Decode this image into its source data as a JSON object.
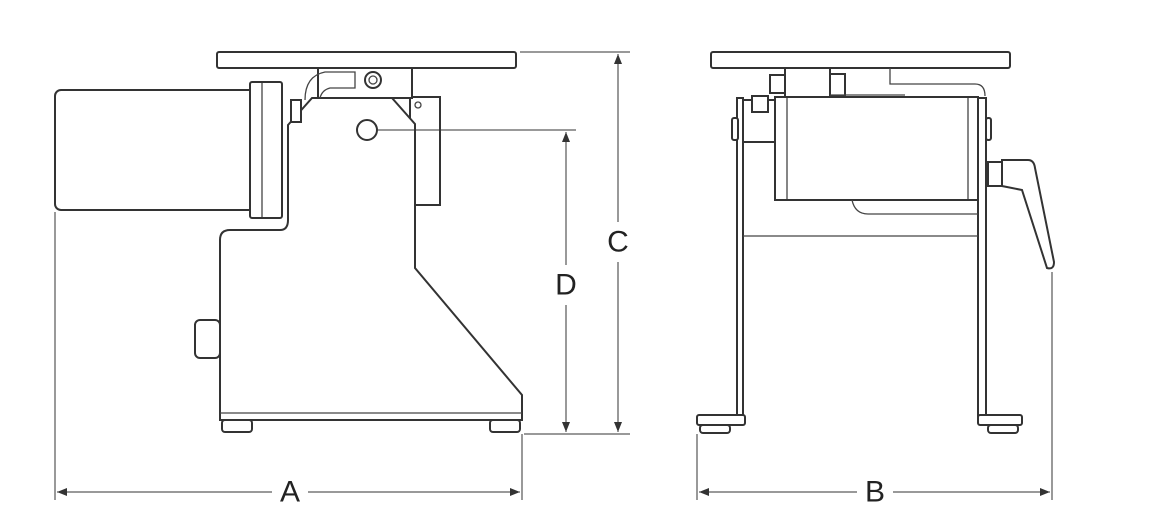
{
  "dimensions": {
    "A": "A",
    "B": "B",
    "C": "C",
    "D": "D"
  },
  "colors": {
    "line": "#333333",
    "background": "#ffffff"
  }
}
